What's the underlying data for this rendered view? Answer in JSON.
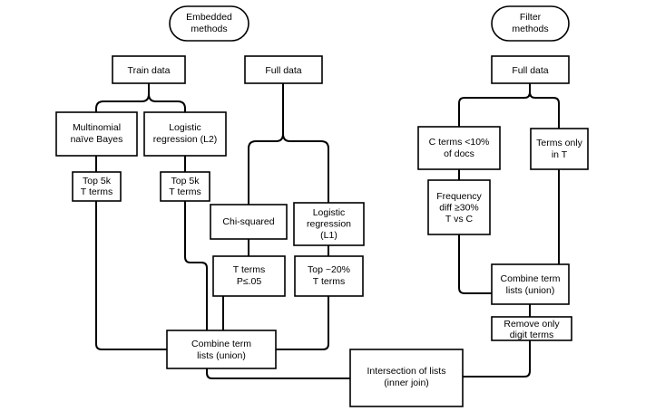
{
  "nodes": {
    "embedded_methods": {
      "lines": [
        "Embedded",
        "methods"
      ]
    },
    "filter_methods": {
      "lines": [
        "Filter",
        "methods"
      ]
    },
    "train_data": {
      "lines": [
        "Train data"
      ]
    },
    "full_data_embedded": {
      "lines": [
        "Full data"
      ]
    },
    "full_data_filter": {
      "lines": [
        "Full data"
      ]
    },
    "multinomial_nb": {
      "lines": [
        "Multinomial",
        "naïve Bayes"
      ]
    },
    "logistic_l2": {
      "lines": [
        "Logistic",
        "regression (L2)"
      ]
    },
    "top5k_nb": {
      "lines": [
        "Top 5k",
        "T terms"
      ]
    },
    "top5k_l2": {
      "lines": [
        "Top 5k",
        "T terms"
      ]
    },
    "chi_squared": {
      "lines": [
        "Chi-squared"
      ]
    },
    "logistic_l1": {
      "lines": [
        "Logistic",
        "regression",
        "(L1)"
      ]
    },
    "t_terms_p05": {
      "lines": [
        "T terms",
        "P≤.05"
      ]
    },
    "top20_l1": {
      "lines": [
        "Top ~20%",
        "T terms"
      ]
    },
    "combine_embedded": {
      "lines": [
        "Combine term",
        "lists (union)"
      ]
    },
    "c_terms": {
      "lines": [
        "C terms <10%",
        "of docs"
      ]
    },
    "terms_only_t": {
      "lines": [
        "Terms only",
        "in T"
      ]
    },
    "frequency_diff": {
      "lines": [
        "Frequency",
        "diff ≥30%",
        "T vs C"
      ]
    },
    "combine_filter": {
      "lines": [
        "Combine term",
        "lists (union)"
      ]
    },
    "remove_digit": {
      "lines": [
        "Remove only",
        "digit terms"
      ]
    },
    "intersection": {
      "lines": [
        "Intersection of lists",
        "(inner join)"
      ]
    }
  }
}
